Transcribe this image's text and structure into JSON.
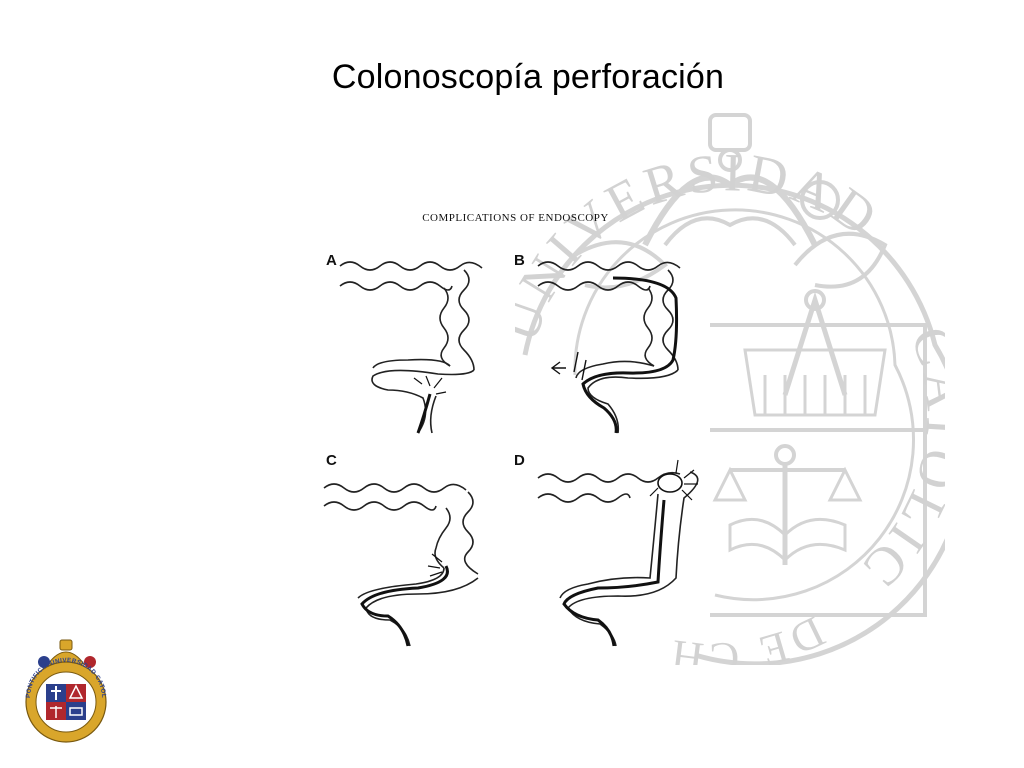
{
  "slide": {
    "title": "Colonoscopía perforación"
  },
  "figure": {
    "caption": "COMPLICATIONS OF ENDOSCOPY",
    "panels": [
      {
        "letter": "A"
      },
      {
        "letter": "B"
      },
      {
        "letter": "C"
      },
      {
        "letter": "D"
      }
    ]
  },
  "watermark": {
    "text_top": "UNIVERSIDAD",
    "text_right": "CATOLICA",
    "text_bottom": "DE CHILE",
    "color": "#d6d6d6"
  },
  "logo": {
    "text": "PONTIFICIA UNIVERSIDAD CATOLICA DE CHILE",
    "colors": {
      "gold": "#d9a62b",
      "blue": "#2b3f8c",
      "red": "#b0272d"
    }
  }
}
